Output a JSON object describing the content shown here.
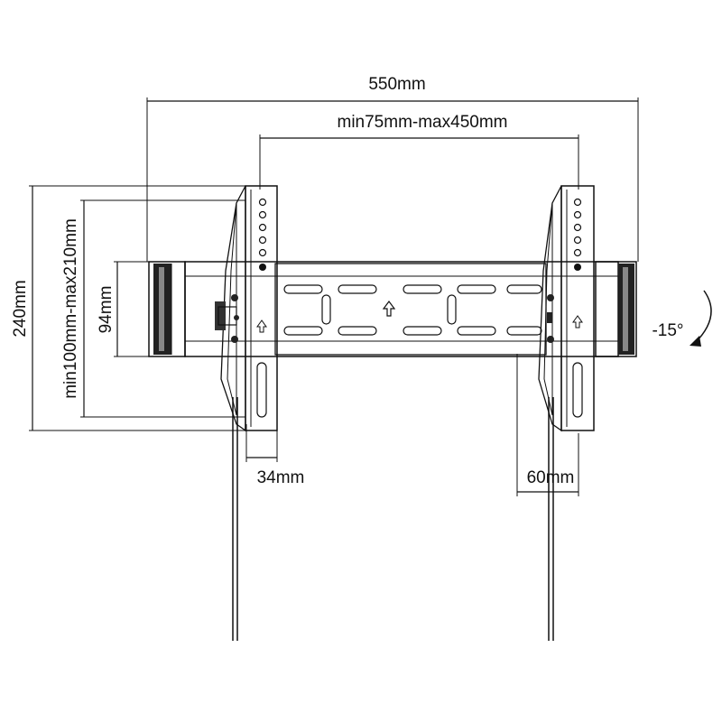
{
  "diagram": {
    "dimensions": {
      "total_width": "550mm",
      "vesa_horizontal": "min75mm-max450mm",
      "total_height": "240mm",
      "vesa_vertical": "min100mm-max210mm",
      "rail_height": "94mm",
      "arm_depth_left": "34mm",
      "arm_depth_right": "60mm",
      "tilt_angle": "-15°"
    },
    "colors": {
      "line": "#111111",
      "fill_dark": "#222222",
      "fill_light": "#f4f4f4",
      "background": "#ffffff"
    }
  }
}
